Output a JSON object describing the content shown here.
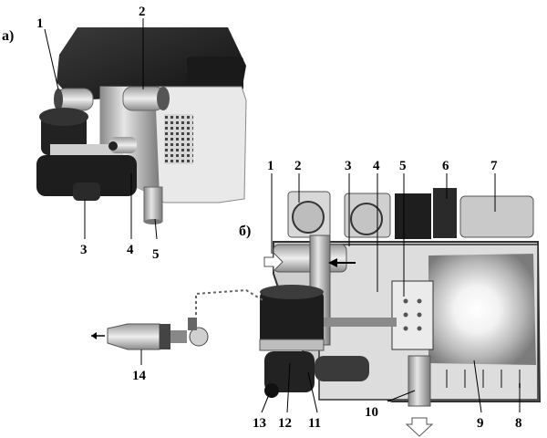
{
  "sections": {
    "a": "а)",
    "b": "б)"
  },
  "labels_a": [
    "1",
    "2",
    "3",
    "4",
    "5"
  ],
  "labels_b": [
    "1",
    "2",
    "3",
    "4",
    "5",
    "6",
    "7",
    "8",
    "9",
    "10",
    "11",
    "12",
    "13",
    "14"
  ]
}
